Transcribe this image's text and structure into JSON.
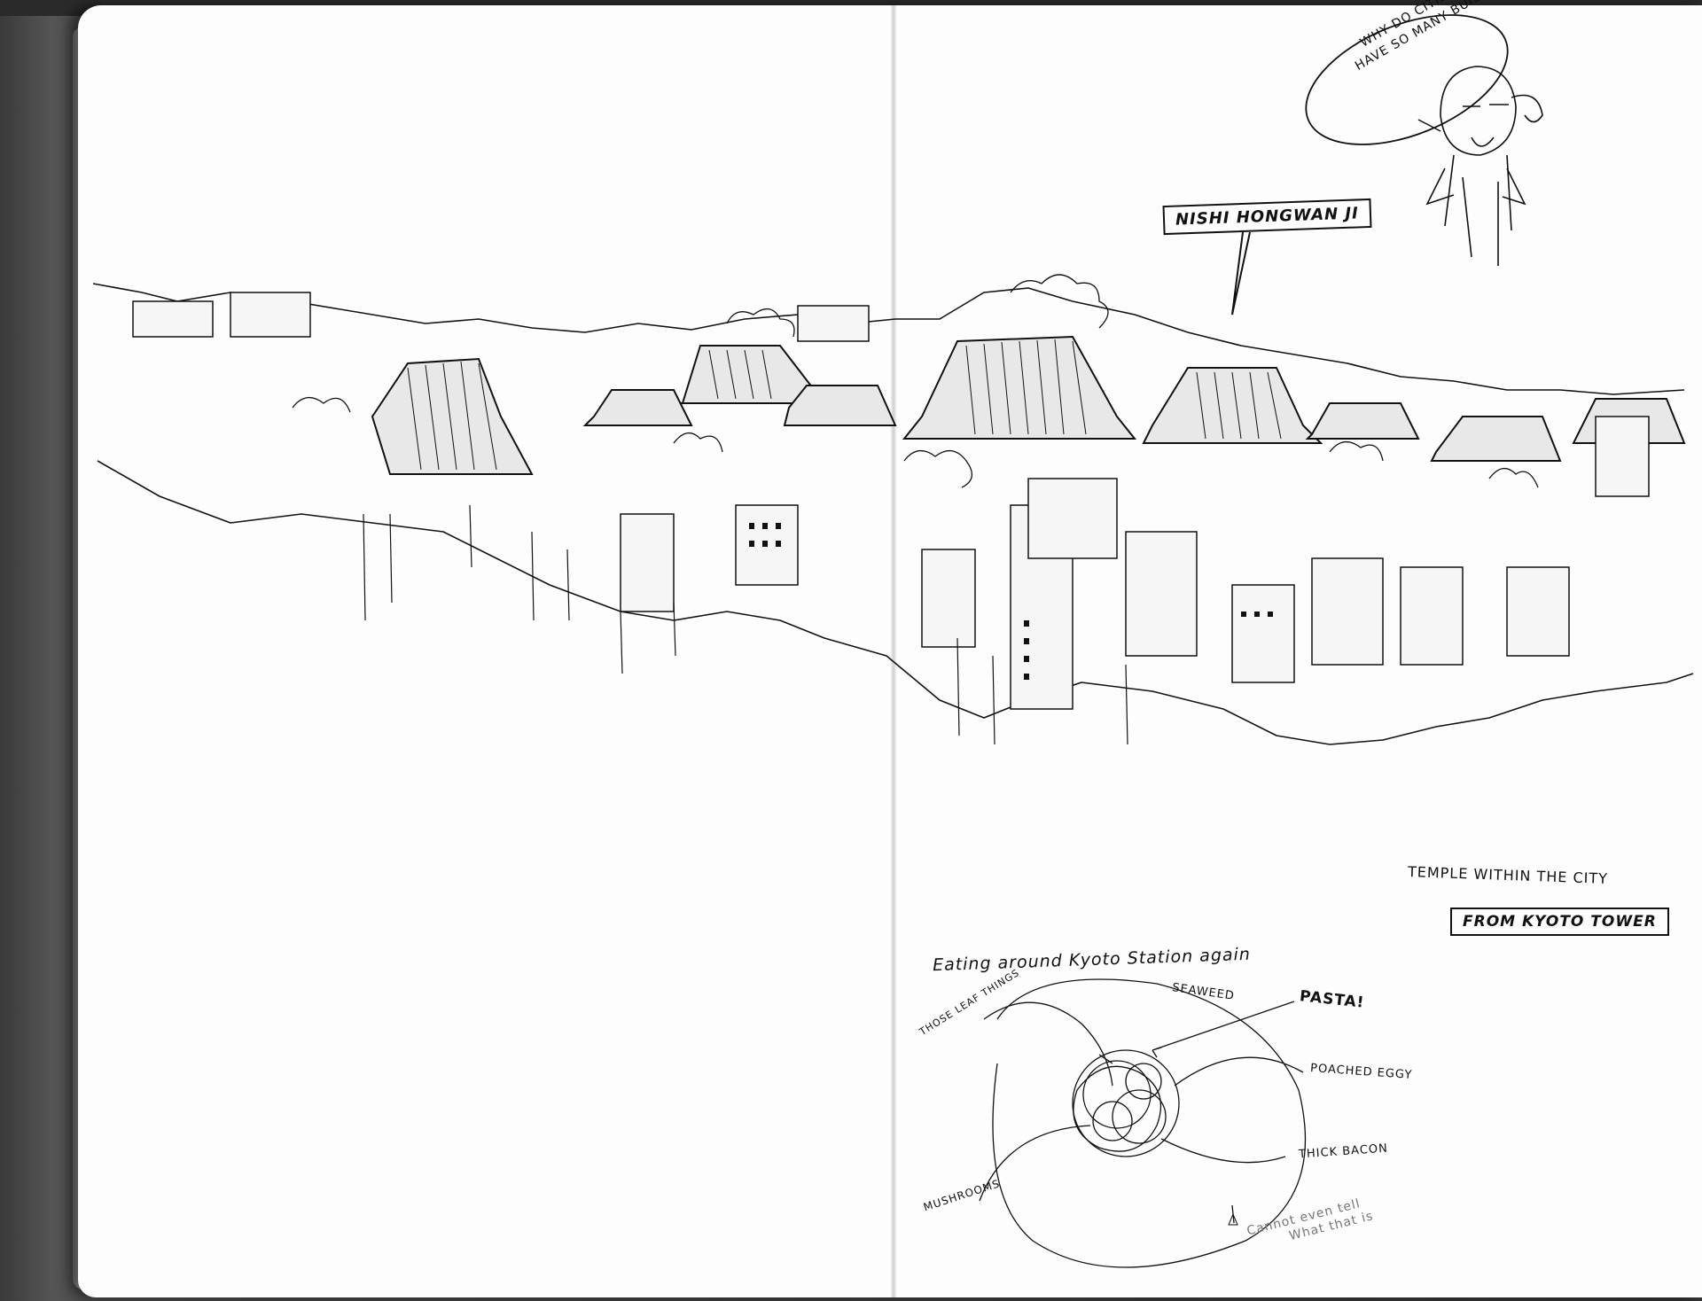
{
  "callouts": {
    "temple_name": "NISHI HONGWAN JI",
    "girl_speech_line1": "WHY DO CITIES",
    "girl_speech_line2": "HAVE SO MANY BUILDINGS..."
  },
  "captions": {
    "title": "TEMPLE WITHIN THE CITY",
    "subtitle": "FROM KYOTO TOWER"
  },
  "food_sketch": {
    "heading": "Eating around Kyoto Station again",
    "labels": {
      "leaf": "THOSE LEAF THINGS",
      "seaweed": "SEAWEED",
      "pasta": "PASTA!",
      "egg": "POACHED EGGY",
      "bacon": "THICK BACON",
      "mushrooms": "MUSHROOMS",
      "unknown_line1": "Cannot even tell",
      "unknown_line2": "What that is"
    }
  },
  "colors": {
    "ink": "#111111",
    "paper": "#fdfdfd",
    "pencil": "#777777"
  }
}
